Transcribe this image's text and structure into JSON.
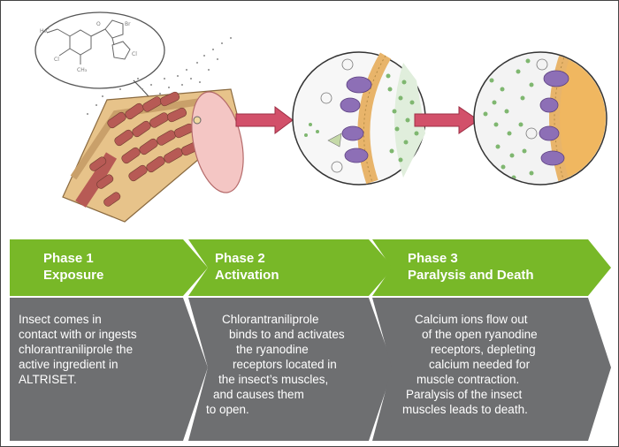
{
  "phases": [
    {
      "number": "Phase 1",
      "title": "Exposure",
      "body": [
        "Insect comes in",
        "contact with or ingests",
        "chlorantraniliprole the",
        "active ingredient in",
        "ALTRISET."
      ]
    },
    {
      "number": "Phase 2",
      "title": "Activation",
      "body": [
        "Chlorantraniliprole",
        "binds to and activates",
        "the ryanodine",
        "receptors located in",
        "the insect’s muscles,",
        "and causes them",
        "to open."
      ]
    },
    {
      "number": "Phase 3",
      "title": "Paralysis and Death",
      "body": [
        "Calcium ions flow out",
        "of the open ryanodine",
        "receptors, depleting",
        "calcium needed for",
        "muscle contraction.",
        "Paralysis of the insect",
        "muscles leads to death."
      ]
    }
  ],
  "colors": {
    "green": "#78b828",
    "gray": "#6e6f71",
    "arrow_red": "#d2506a",
    "muscle_red": "#b75a55",
    "membrane": "#e8b46a",
    "receptor": "#8d6fb6",
    "ion_green": "#7fb770"
  },
  "icons": [
    "molecule-bubble",
    "muscle-fiber-illustration",
    "cell-zoom-circle",
    "zoom-arrow"
  ]
}
